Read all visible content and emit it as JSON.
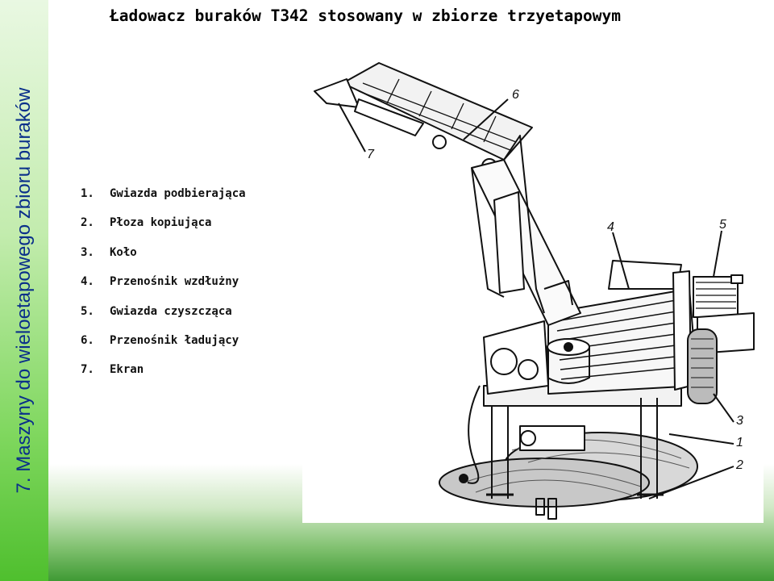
{
  "slide": {
    "section_title": "7. Maszyny do wieloetapowego zbioru buraków",
    "title": "Ładowacz buraków T342 stosowany w zbiorze trzyetapowym"
  },
  "legend": {
    "items": [
      {
        "num": "1.",
        "label": "Gwiazda podbierająca"
      },
      {
        "num": "2.",
        "label": "Płoza kopiująca"
      },
      {
        "num": "3.",
        "label": "Koło"
      },
      {
        "num": "4.",
        "label": "Przenośnik wzdłużny"
      },
      {
        "num": "5.",
        "label": "Gwiazda czyszcząca"
      },
      {
        "num": "6.",
        "label": "Przenośnik ładujący"
      },
      {
        "num": "7.",
        "label": "Ekran"
      }
    ]
  },
  "figure": {
    "callouts": [
      "1",
      "2",
      "3",
      "4",
      "5",
      "6",
      "7"
    ]
  },
  "colors": {
    "sidebar_text": "#0a2f8a",
    "sidebar_top": "#e9f8e2",
    "sidebar_bottom": "#4fbf2e",
    "footer_green": "#3f9a34"
  }
}
